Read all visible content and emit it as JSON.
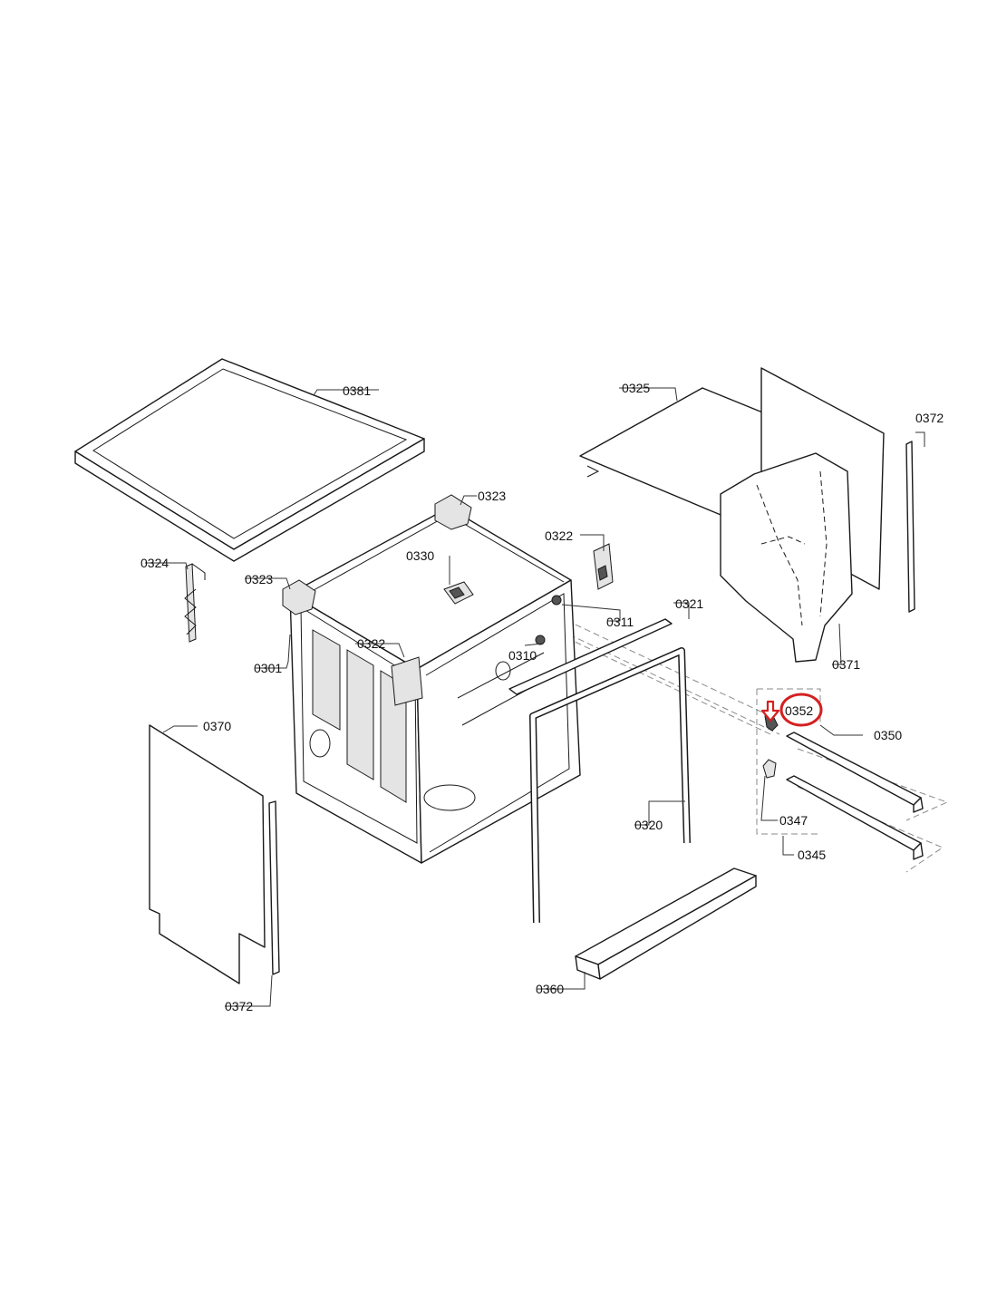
{
  "callouts": {
    "c0381": "0381",
    "c0325": "0325",
    "c0372_top": "0372",
    "c0323_top": "0323",
    "c0322_top": "0322",
    "c0324": "0324",
    "c0330": "0330",
    "c0323_left": "0323",
    "c0311": "0311",
    "c0321": "0321",
    "c0301": "0301",
    "c0322_mid": "0322",
    "c0310": "0310",
    "c0371": "0371",
    "c0370": "0370",
    "c0352": "0352",
    "c0350": "0350",
    "c0320": "0320",
    "c0347": "0347",
    "c0345": "0345",
    "c0360": "0360",
    "c0372_bottom": "0372"
  },
  "colors": {
    "line": "#1a1a1a",
    "highlight": "#d42020",
    "dashed_guides": "#8a8a8a",
    "background": "#ffffff"
  }
}
